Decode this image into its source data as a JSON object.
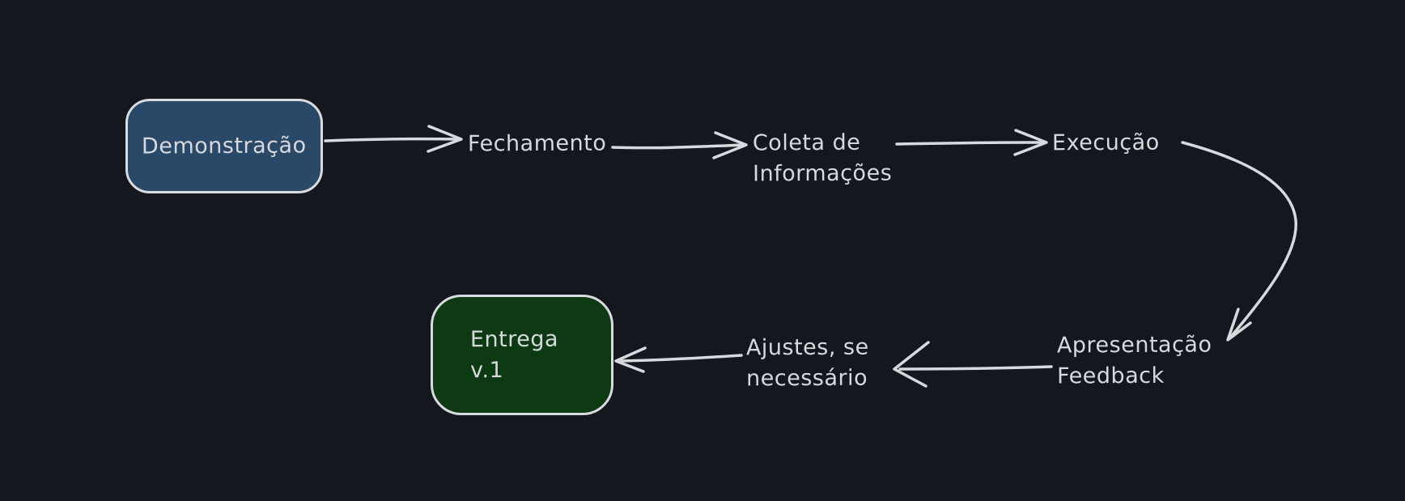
{
  "diagram": {
    "type": "flowchart",
    "colors": {
      "background": "#14171d",
      "stroke": "#d6d9dd",
      "box_blue_fill": "#2a4867",
      "box_green_fill": "#0d3a12",
      "box_border": "#d8dbdf"
    },
    "nodes": {
      "demonstracao": {
        "label": "Demonstração",
        "shape": "rounded-rectangle",
        "fill": "#2a4867"
      },
      "fechamento": {
        "label": "Fechamento",
        "shape": "text"
      },
      "coleta": {
        "label": "Coleta de\nInformações",
        "shape": "text"
      },
      "execucao": {
        "label": "Execução",
        "shape": "text"
      },
      "apresentacao": {
        "label": "Apresentação\nFeedback",
        "shape": "text"
      },
      "ajustes": {
        "label": "Ajustes, se\nnecessário",
        "shape": "text"
      },
      "entrega": {
        "label": "Entrega\nv.1",
        "shape": "rounded-rectangle",
        "fill": "#0d3a12"
      }
    },
    "edges": [
      {
        "from": "Demonstração",
        "to": "Fechamento"
      },
      {
        "from": "Fechamento",
        "to": "Coleta de Informações"
      },
      {
        "from": "Coleta de Informações",
        "to": "Execução"
      },
      {
        "from": "Execução",
        "to": "Apresentação Feedback"
      },
      {
        "from": "Apresentação Feedback",
        "to": "Ajustes, se necessário"
      },
      {
        "from": "Ajustes, se necessário",
        "to": "Entrega v.1"
      }
    ]
  }
}
